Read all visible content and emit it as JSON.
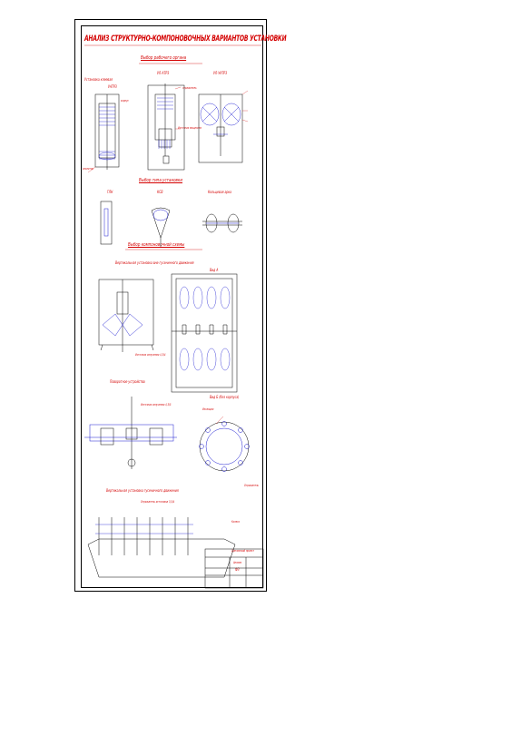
{
  "sheet": {
    "title": "АНАЛИЗ СТРУКТУРНО-КОМПОНОВОЧНЫХ ВАРИАНТОВ УСТАНОВКИ",
    "sections": {
      "working_body": "Выбор рабочего органа",
      "drive_type": "Выбор типа установки",
      "layout_scheme": "Выбор компоновочной схемы"
    },
    "working_body_variants": [
      "Установка клеевая",
      "УАТРЗ",
      "УЛ-АТРЗ",
      "УЛ-УАТРЗ"
    ],
    "drive_variants": [
      "ГЛН",
      "КСВ",
      "Кольцевая арка"
    ],
    "layout_variants": [
      "Вертикальная установка вне гусеничного движения",
      "Вид А",
      "Поворотное устройство",
      "Вид Б (без корпуса)",
      "Вертикальная установка гусеничного движения"
    ],
    "callouts": [
      "корпус",
      "отражатель",
      "изолятор",
      "Источник мощности",
      "Источник излучения 4,3/4",
      "Источник излучения 4,3/5",
      "Изоляция",
      "Отражатель",
      "Колесо",
      "Отражатель источника 3,5/4"
    ],
    "title_block": {
      "heading": "Дипломный проект",
      "sheet_name": "Анализ",
      "code": "ФЗ"
    }
  }
}
